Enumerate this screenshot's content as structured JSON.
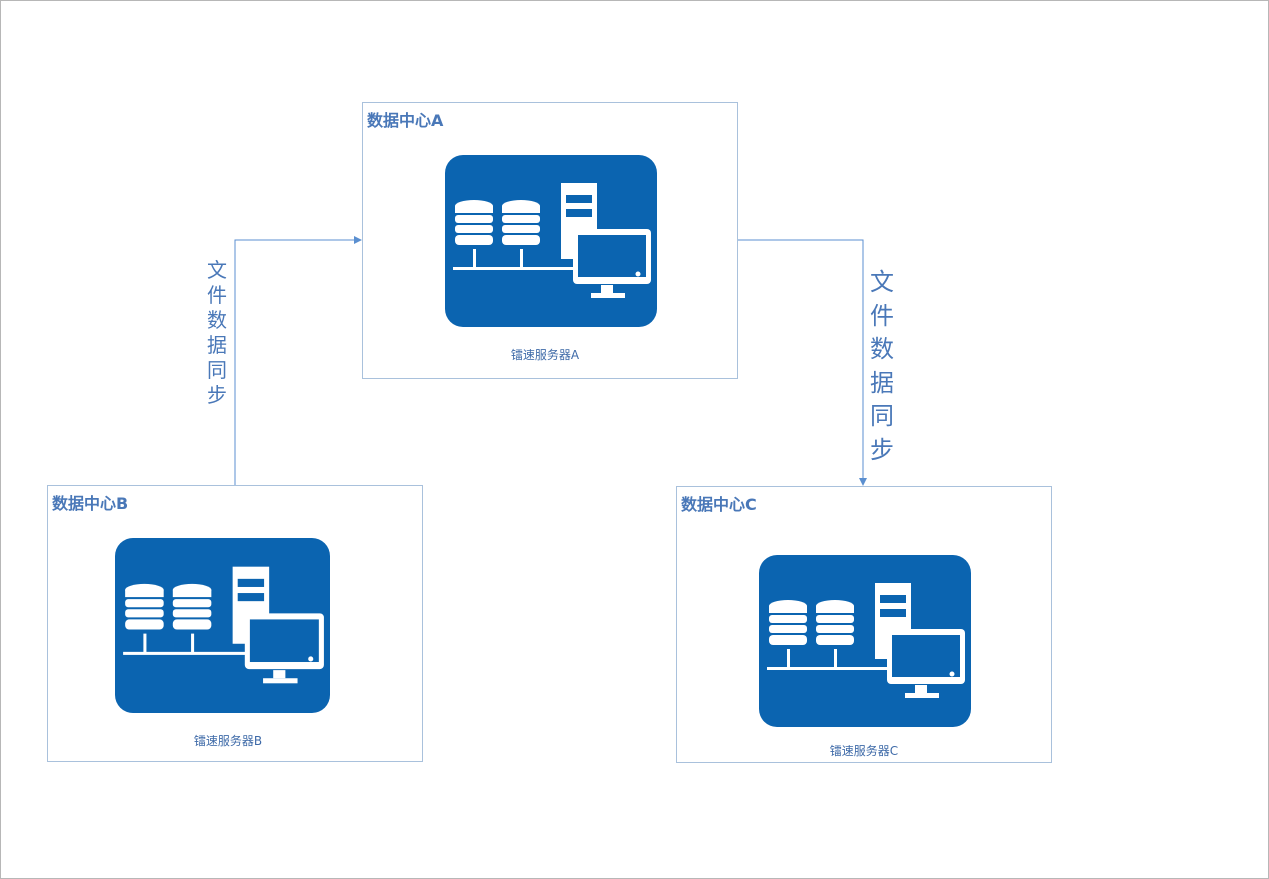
{
  "datacenters": {
    "a": {
      "title": "数据中心A",
      "server": "镭速服务器A"
    },
    "b": {
      "title": "数据中心B",
      "server": "镭速服务器B"
    },
    "c": {
      "title": "数据中心C",
      "server": "镭速服务器C"
    }
  },
  "links": {
    "b_to_a": {
      "label": [
        "文",
        "件",
        "数",
        "据",
        "同",
        "步"
      ]
    },
    "a_to_c": {
      "label": [
        "文",
        "件",
        "数",
        "据",
        "同",
        "步"
      ]
    }
  },
  "colors": {
    "tile": "#0b64b0",
    "line": "#5b8fd0",
    "text": "#4a78b8"
  },
  "icons": {
    "server_tile": "database-network-computer-icon"
  }
}
